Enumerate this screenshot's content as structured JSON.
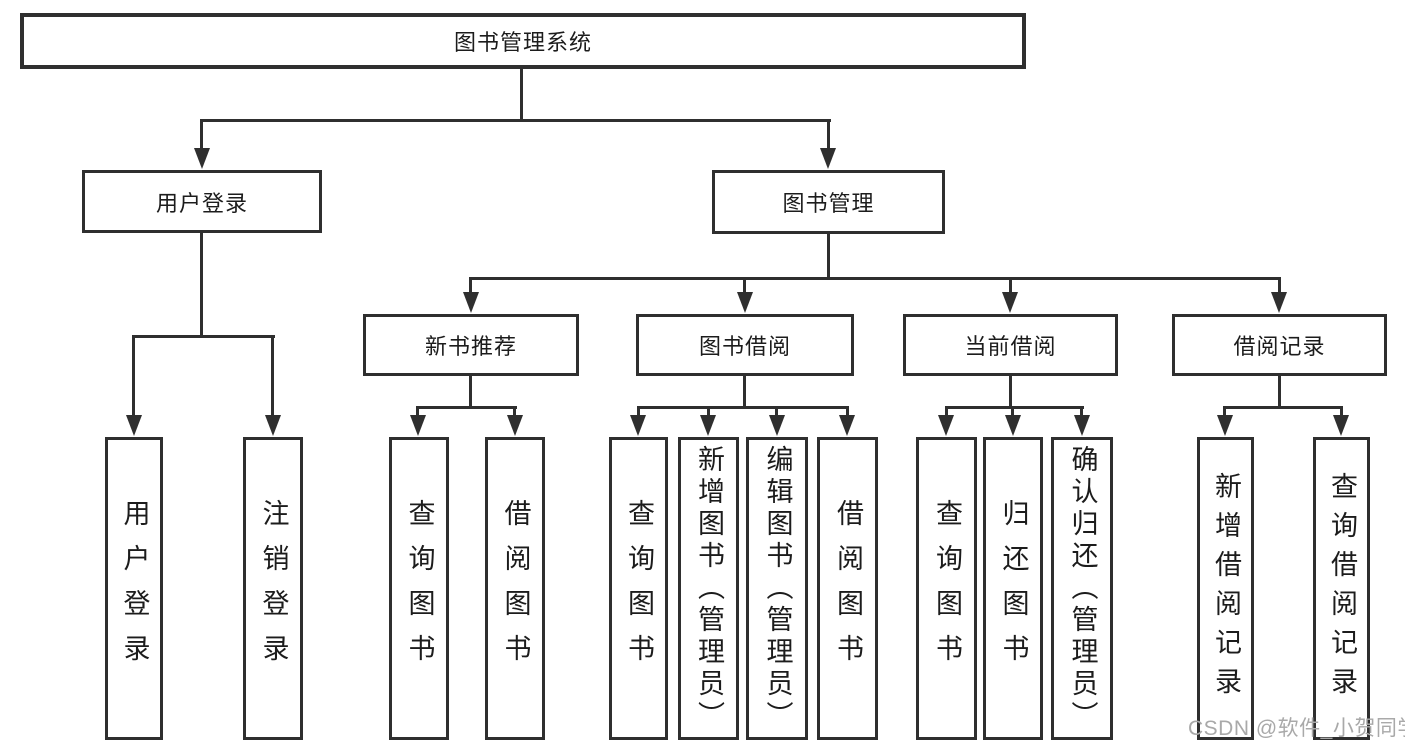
{
  "diagram": {
    "type": "hierarchy-tree",
    "colors": {
      "line": "#2f2f2f",
      "box_border": "#2f2f2f",
      "text": "#1c1c1c",
      "background": "#ffffff",
      "watermark": "#a9a9a9"
    },
    "watermark": "CSDN @软件_小贺同学"
  },
  "tree": {
    "label": "图书管理系统",
    "children": [
      {
        "label": "用户登录",
        "children": [
          {
            "label": "用户登录"
          },
          {
            "label": "注销登录"
          }
        ]
      },
      {
        "label": "图书管理",
        "children": [
          {
            "label": "新书推荐",
            "children": [
              {
                "label": "查询图书"
              },
              {
                "label": "借阅图书"
              }
            ]
          },
          {
            "label": "图书借阅",
            "children": [
              {
                "label": "查询图书"
              },
              {
                "label": "新增图书（管理员）"
              },
              {
                "label": "编辑图书（管理员）"
              },
              {
                "label": "借阅图书"
              }
            ]
          },
          {
            "label": "当前借阅",
            "children": [
              {
                "label": "查询图书"
              },
              {
                "label": "归还图书"
              },
              {
                "label": "确认归还（管理员）"
              }
            ]
          },
          {
            "label": "借阅记录",
            "children": [
              {
                "label": "新增借阅记录"
              },
              {
                "label": "查询借阅记录"
              }
            ]
          }
        ]
      }
    ]
  }
}
